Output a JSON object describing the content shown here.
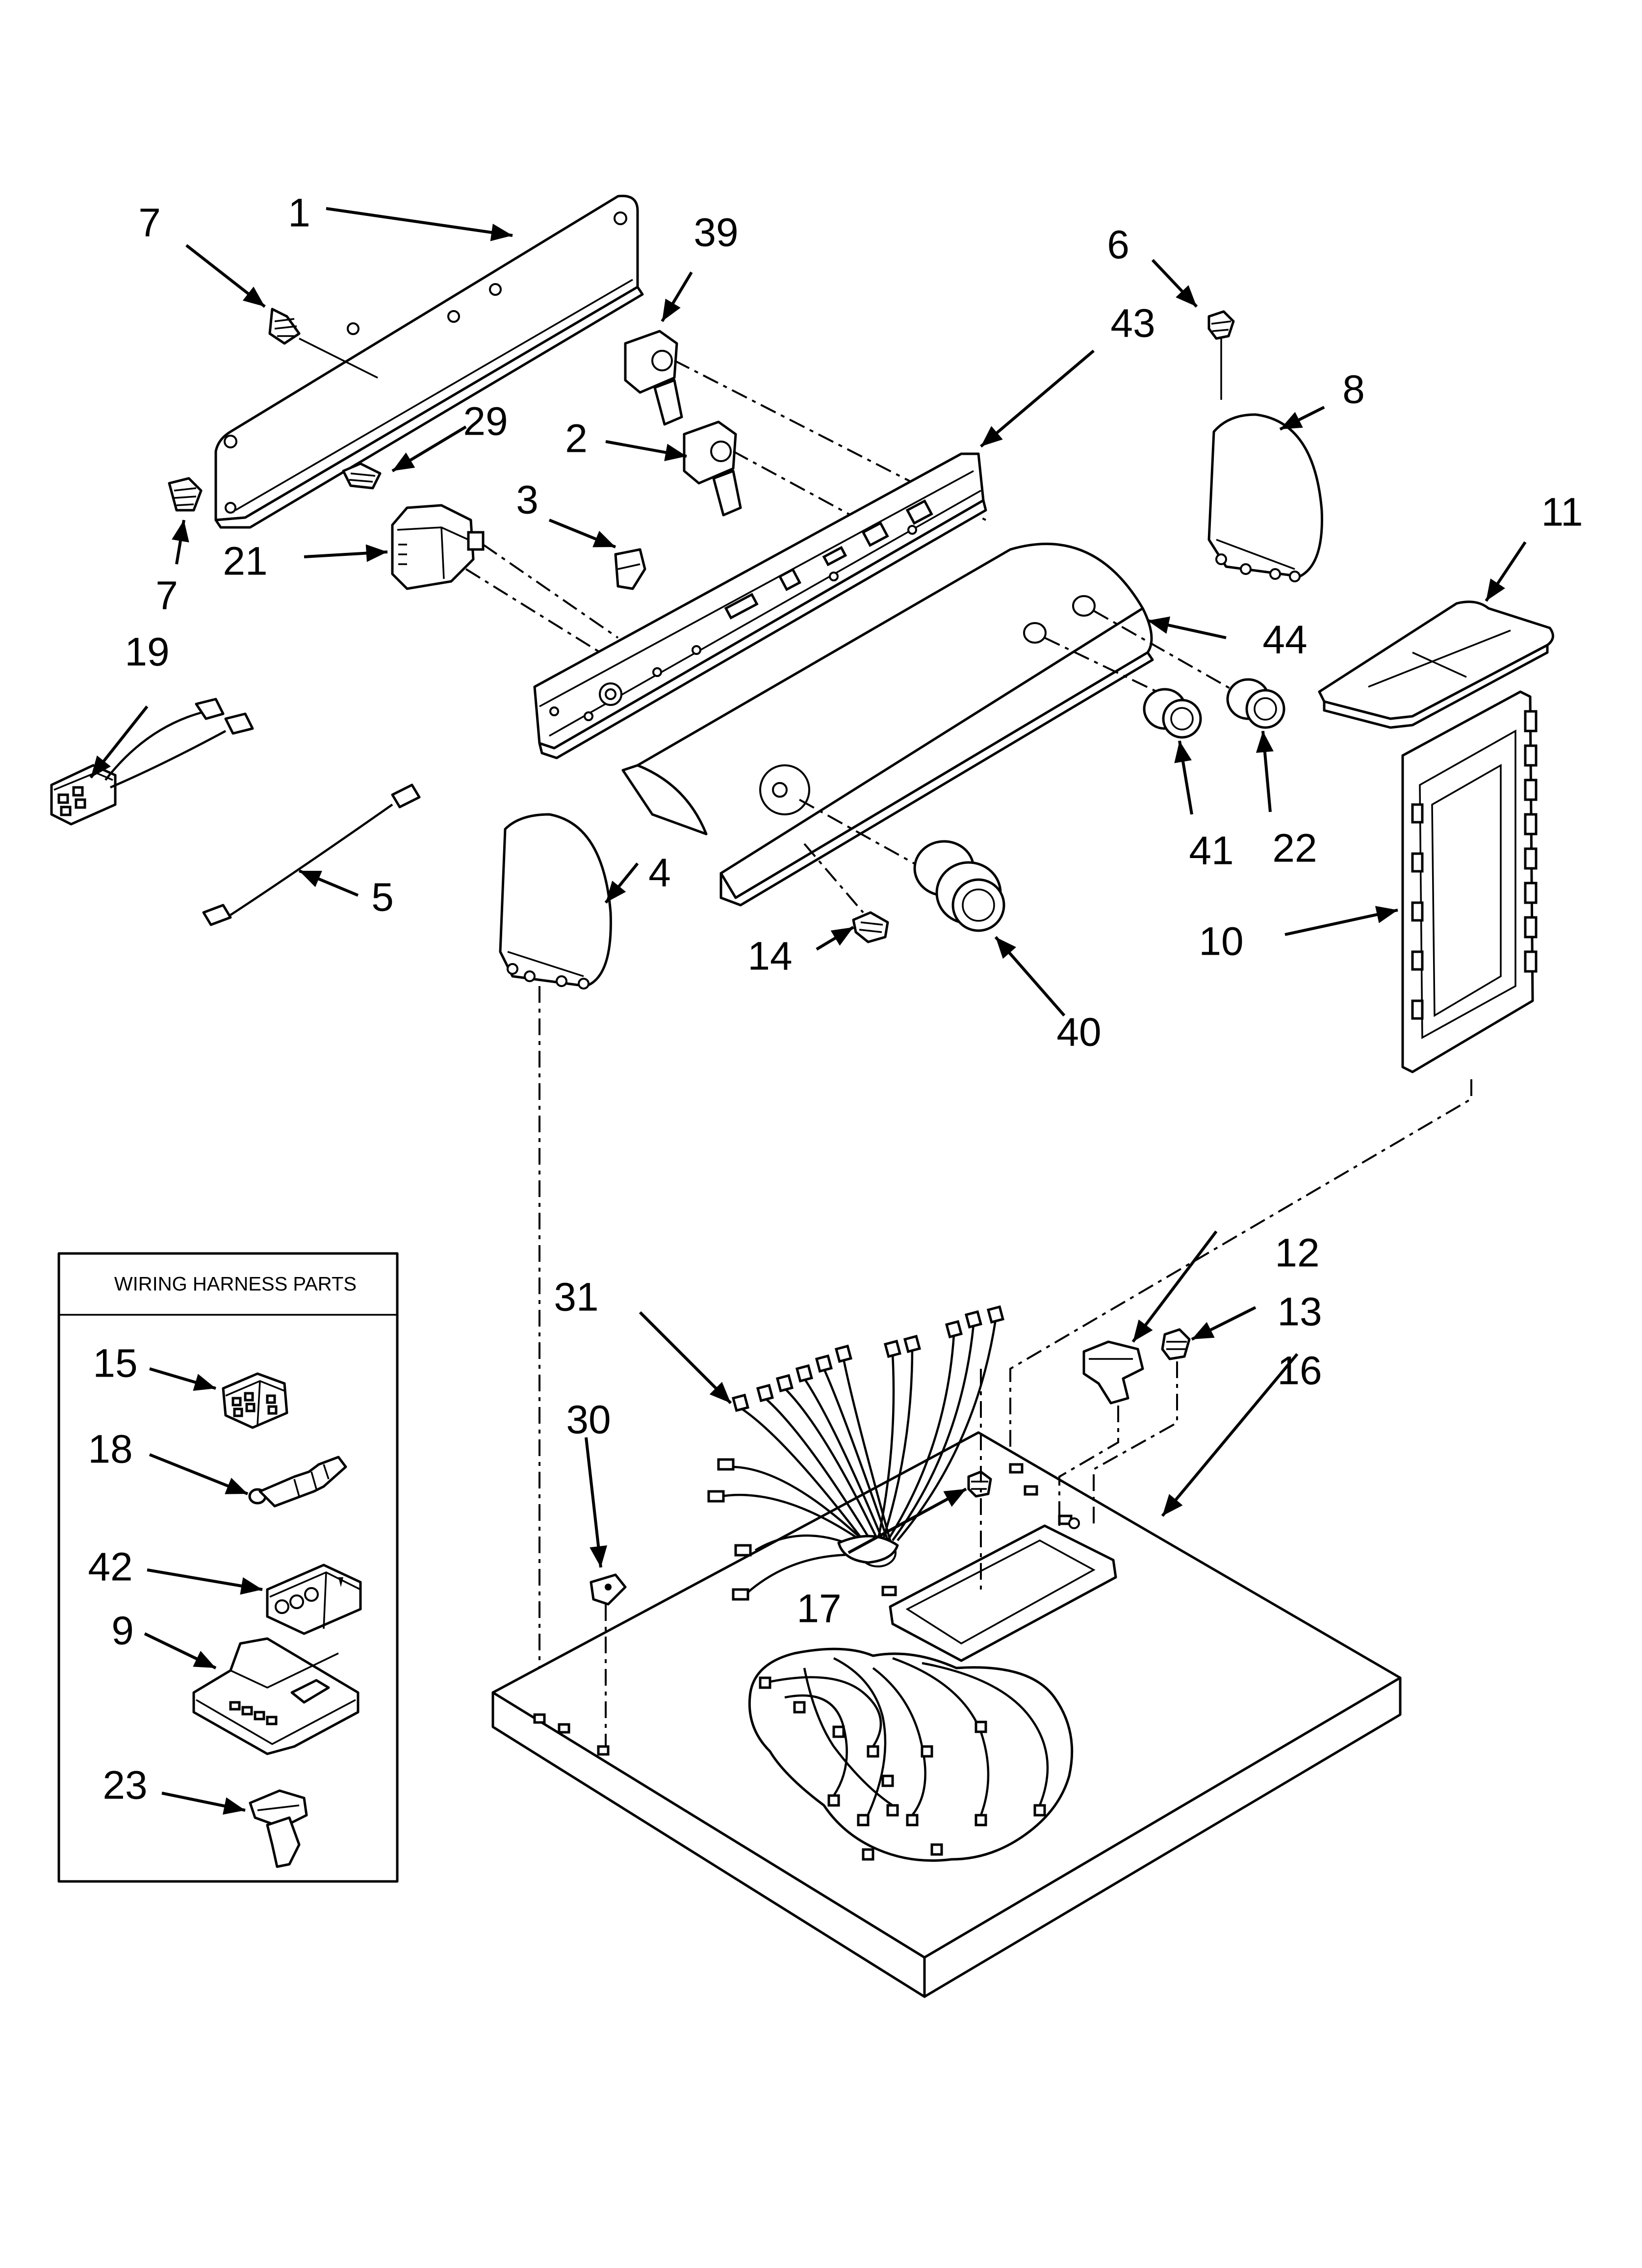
{
  "callouts": {
    "p1": "1",
    "p2": "2",
    "p3": "3",
    "p4": "4",
    "p5": "5",
    "p6": "6",
    "p7a": "7",
    "p7b": "7",
    "p8": "8",
    "p9": "9",
    "p10": "10",
    "p11": "11",
    "p12": "12",
    "p13": "13",
    "p14": "14",
    "p15": "15",
    "p16": "16",
    "p17": "17",
    "p18": "18",
    "p19": "19",
    "p21": "21",
    "p22": "22",
    "p23": "23",
    "p29": "29",
    "p30": "30",
    "p31": "31",
    "p39": "39",
    "p40": "40",
    "p41": "41",
    "p42": "42",
    "p43": "43",
    "p44": "44"
  },
  "inset_box": {
    "title": "WIRING HARNESS PARTS"
  }
}
